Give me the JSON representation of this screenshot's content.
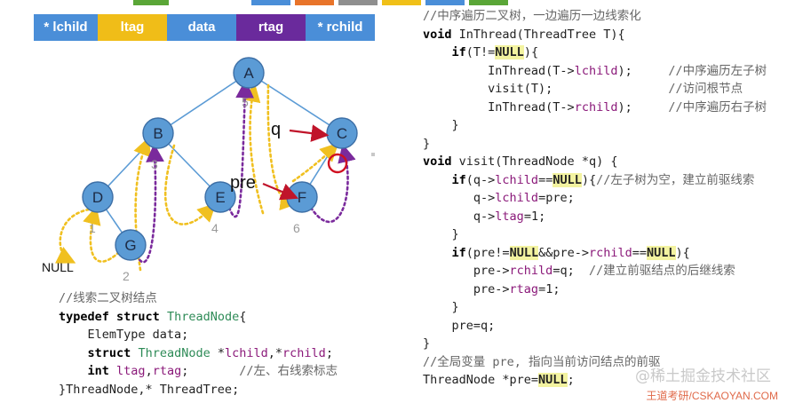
{
  "header": {
    "cells": [
      {
        "label": "* lchild",
        "color": "#4a8ed8"
      },
      {
        "label": "ltag",
        "color": "#f0bd18"
      },
      {
        "label": "data",
        "color": "#4a8ed8"
      },
      {
        "label": "rtag",
        "color": "#6a2a9c"
      },
      {
        "label": "* rchild",
        "color": "#4a8ed8"
      }
    ],
    "strip_colors": [
      "#5aa637",
      "#4a8ed8",
      "#f0a020",
      "#7f7f7f",
      "#f0c018",
      "#4a8ed8",
      "#5aa637"
    ]
  },
  "tree": {
    "nodes": [
      "A",
      "B",
      "C",
      "D",
      "E",
      "F",
      "G"
    ],
    "thread_numbers": [
      "1",
      "2",
      "3",
      "4",
      "5",
      "6"
    ],
    "labels": {
      "q": "q",
      "pre": "pre",
      "null": "NULL"
    },
    "colors": {
      "node_fill": "#5b9bd5",
      "node_stroke": "#3d6fa6",
      "edge": "#5b9bd5",
      "yellow_thread": "#f0c020",
      "purple_thread": "#7a2a9c",
      "red_arrow": "#c0142a"
    }
  },
  "code_left": {
    "comment": "//线索二叉树结点",
    "l1_kw1": "typedef",
    "l1_kw2": "struct",
    "l1_type": "ThreadNode",
    "l1_tail": "{",
    "l2": "ElemType data;",
    "l3_kw": "struct",
    "l3_type": "ThreadNode",
    "l3_a": " *",
    "l3_f1": "lchild",
    "l3_b": ",*",
    "l3_f2": "rchild",
    "l3_c": ";",
    "l4_kw": "int",
    "l4_a": " ",
    "l4_f1": "ltag",
    "l4_b": ",",
    "l4_f2": "rtag",
    "l4_c": ";",
    "l4_cm": "//左、右线索标志",
    "l5": "}ThreadNode,* ThreadTree;"
  },
  "code_right": {
    "c0": "//中序遍历二叉树，一边遍历一边线索化",
    "l1_kw": "void",
    "l1_a": " InThread(ThreadTree T){",
    "l2_kw": "if",
    "l2_a": "(T!=",
    "null": "NULL",
    "l2_b": "){",
    "l3_a": "InThread(T->",
    "l3_f": "lchild",
    "l3_b": ");",
    "l3_cm": "//中序遍历左子树",
    "l4_a": "visit(T);",
    "l4_cm": "//访问根节点",
    "l5_a": "InThread(T->",
    "l5_f": "rchild",
    "l5_b": ");",
    "l5_cm": "//中序遍历右子树",
    "close1": "}",
    "close0": "}",
    "v1_kw": "void",
    "v1_a": " visit(ThreadNode *q) {",
    "v2_kw": "if",
    "v2_a": "(q->",
    "v2_f": "lchild",
    "v2_b": "==",
    "v2_c": "){",
    "v2_cm": "//左子树为空，建立前驱线索",
    "v3_a": "q->",
    "v3_f": "lchild",
    "v3_b": "=pre;",
    "v4_a": "q->",
    "v4_f": "ltag",
    "v4_b": "=1;",
    "v6_kw": "if",
    "v6_a": "(pre!=",
    "v6_b": "&&pre->",
    "v6_f": "rchild",
    "v6_c": "==",
    "v6_d": "){",
    "v7_a": "pre->",
    "v7_f": "rchild",
    "v7_b": "=q;",
    "v7_cm": "//建立前驱结点的后继线索",
    "v8_a": "pre->",
    "v8_f": "rtag",
    "v8_b": "=1;",
    "v10": "pre=q;",
    "g_cm": "//全局变量 pre, 指向当前访问结点的前驱",
    "g_a": "ThreadNode *pre=",
    "g_b": ";"
  },
  "watermark": {
    "text": "@稀土掘金技术社区",
    "site": "王道考研/CSKAOYAN.COM"
  }
}
